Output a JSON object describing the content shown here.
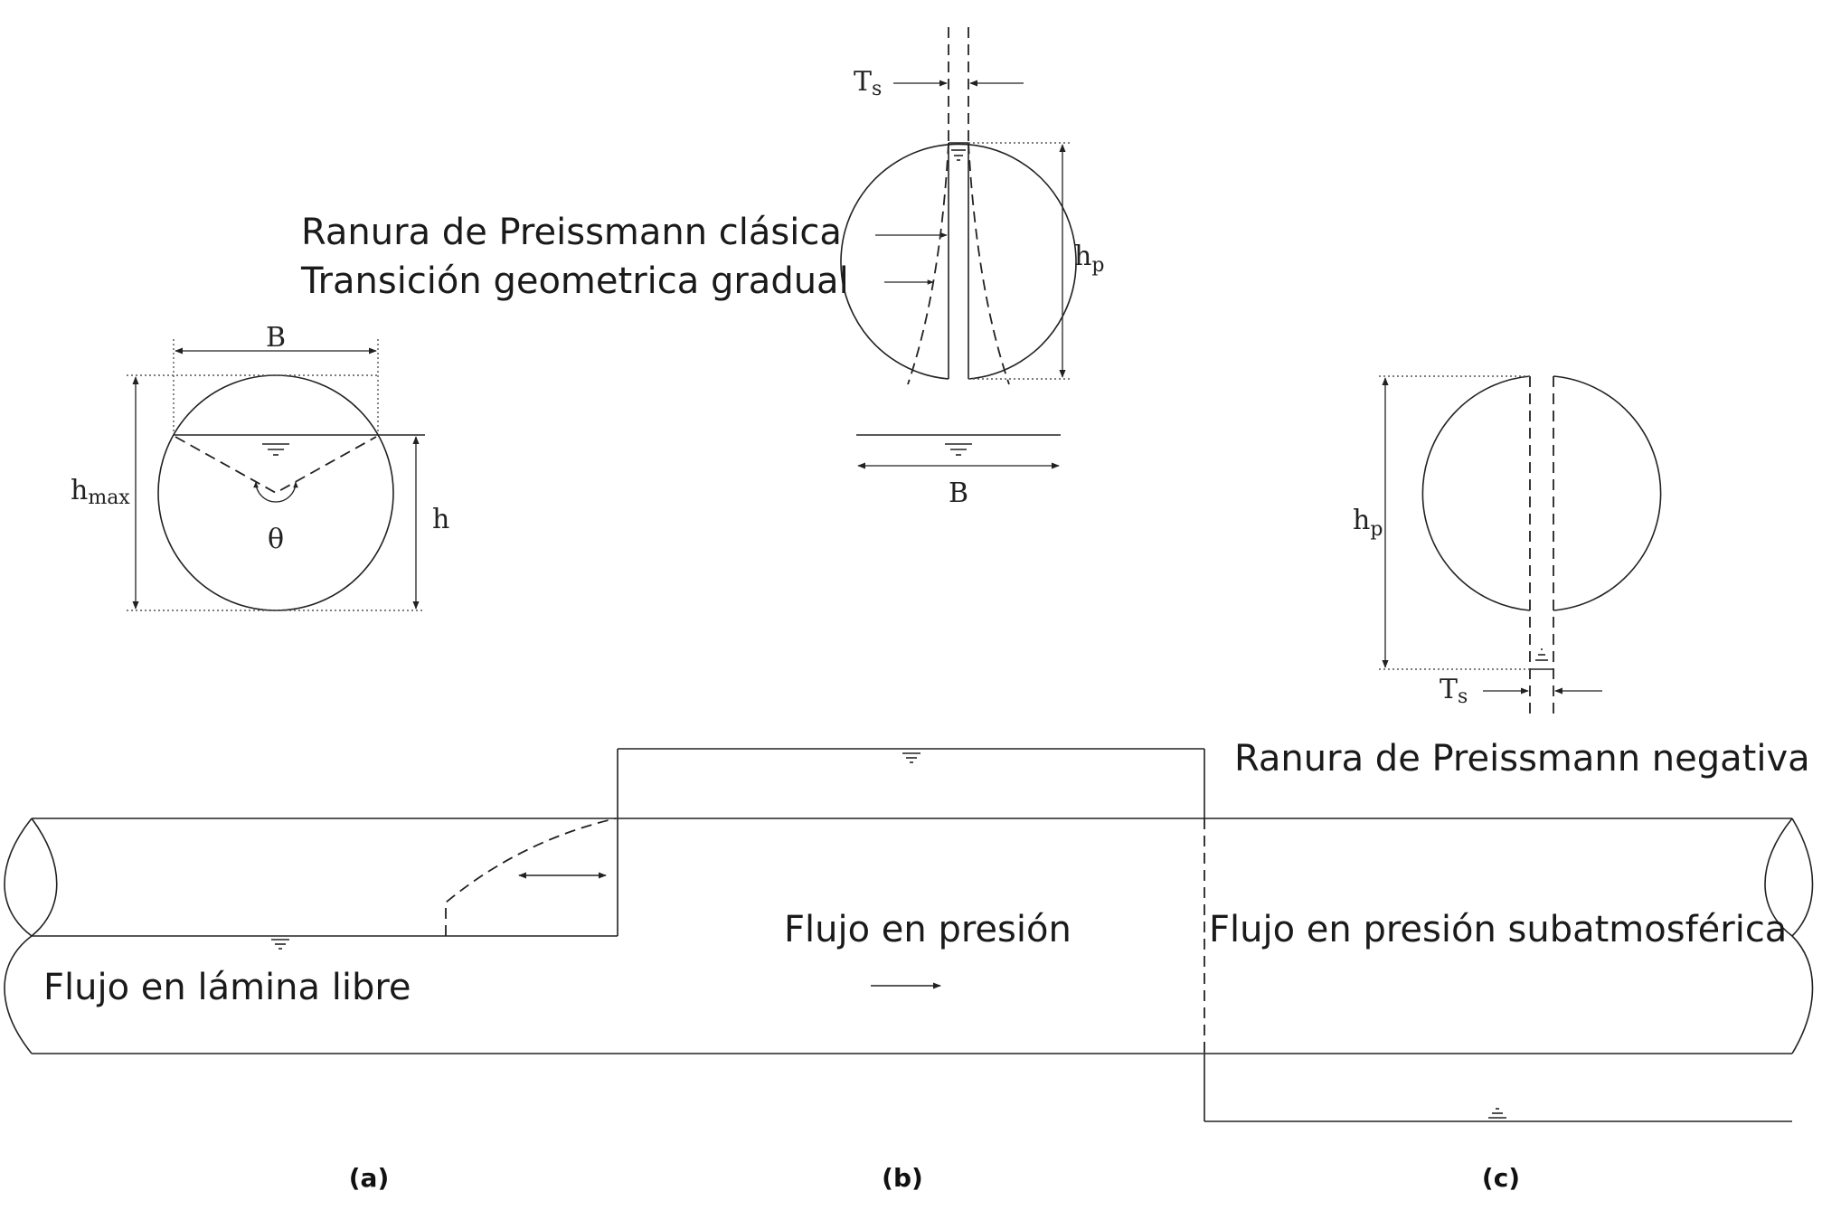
{
  "panel_a": {
    "label": "(a)",
    "width_label": "B",
    "hmax_base": "h",
    "hmax_sub": "max",
    "depth_label": "h",
    "angle_label": "θ"
  },
  "panel_b": {
    "label": "(b)",
    "ts_base": "T",
    "ts_sub": "s",
    "hp_base": "h",
    "hp_sub": "p",
    "width_label": "B",
    "annotation_classic": "Ranura de Preissmann clásica",
    "annotation_transition": "Transición geometrica gradual"
  },
  "panel_c": {
    "label": "(c)",
    "hp_base": "h",
    "hp_sub": "p",
    "ts_base": "T",
    "ts_sub": "s",
    "title": "Ranura de Preissmann negativa"
  },
  "flow": {
    "free_surface": "Flujo en lámina libre",
    "pressurized": "Flujo en presión",
    "subatmospheric": "Flujo en presión subatmosférica"
  }
}
